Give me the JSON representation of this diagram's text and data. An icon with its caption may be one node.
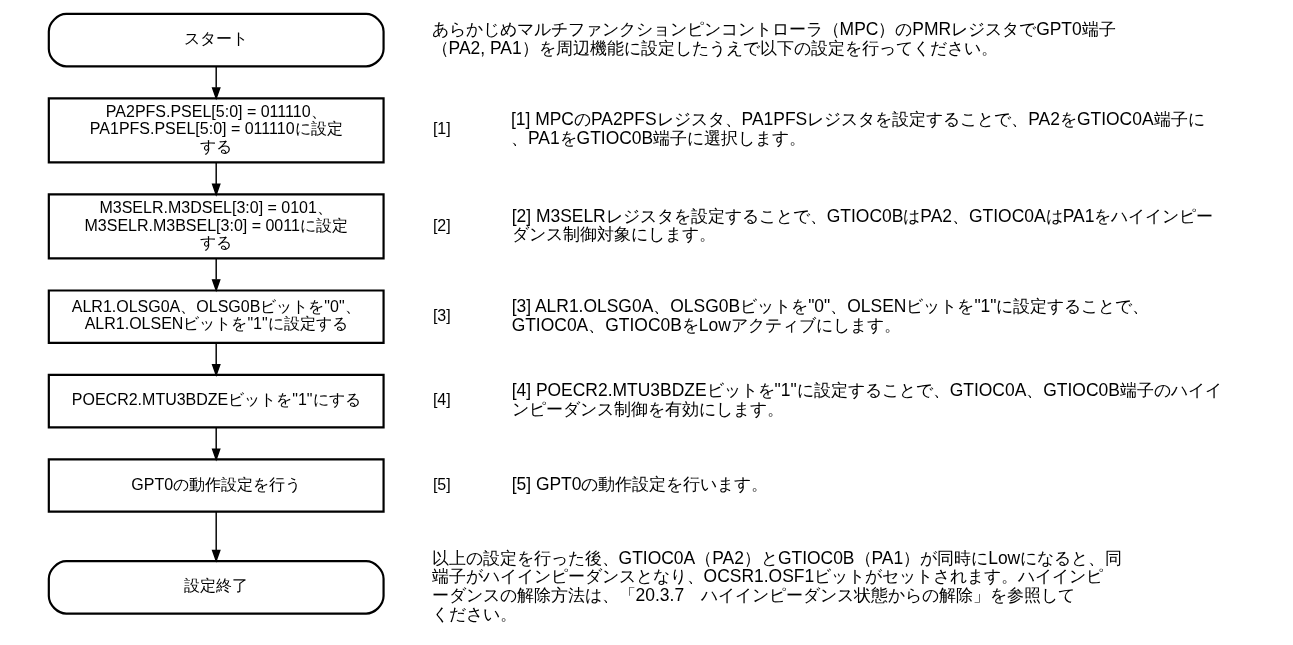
{
  "diagram": {
    "nodes": [
      {
        "text": [
          "スタート"
        ]
      },
      {
        "text": [
          "PA2PFS.PSEL[5:0] = 011110、PA1PFS.PSEL[5:0] = 011110に設定する"
        ],
        "beside": [
          "[1]"
        ]
      },
      {
        "text": [
          "M3SELR.M3DSEL[3:0] = 0101、M3SELR.M3BSEL[3:0] = 0011に設定する"
        ],
        "beside": [
          "[2]"
        ]
      },
      {
        "text": [
          "ALR1.OLSG0A、OLSG0Bビットを\"0\"、ALR1.OLSENビットを\"1\"に設定する"
        ],
        "beside": [
          "[3]"
        ]
      },
      {
        "text": [
          "POECR2.MTU3BDZEビットを\"1\"にする"
        ],
        "beside": [
          "[4]"
        ]
      },
      {
        "text": [
          "GPT0の動作設定を行う"
        ],
        "beside": [
          "[5]"
        ]
      },
      {
        "text": [
          "設定終了"
        ]
      }
    ],
    "edges": [
      {
        "from": 0,
        "to": 1,
        "arrow": "to"
      },
      {
        "from": 1,
        "to": 2,
        "arrow": "to"
      },
      {
        "from": 2,
        "to": 3,
        "arrow": "to"
      },
      {
        "from": 3,
        "to": 4,
        "arrow": "to"
      },
      {
        "from": 4,
        "to": 5,
        "arrow": "to"
      },
      {
        "from": 5,
        "to": 6,
        "arrow": "to"
      }
    ],
    "labels": [
      "あらかじめマルチファンクションピンコントローラ（MPC）のPMRレジスタでGPT0端子（PA2, PA1）を周辺機能に設定したうえで以下の設定を行ってください。",
      "[1] MPCのPA2PFSレジスタ、PA1PFSレジスタを設定することで、PA2をGTIOC0A端子に、PA1をGTIOC0B端子に選択します。",
      "[2] M3SELRレジスタを設定することで、GTIOC0BはPA2、GTIOC0AはPA1をハイインピーダンス制御対象にします。",
      "[3] ALR1.OLSG0A、OLSG0Bビットを\"0\"、OLSENビットを\"1\"に設定することで、GTIOC0A、GTIOC0BをLowアクティブにします。",
      "[4] POECR2.MTU3BDZEビットを\"1\"に設定することで、GTIOC0A、GTIOC0B端子のハイインピーダンス制御を有効にします。",
      "[5] GPT0の動作設定を行います。",
      "以上の設定を行った後、GTIOC0A（PA2）とGTIOC0B（PA1）が同時にLowになると、同端子がハイインピーダンスとなり、OCSR1.OSF1ビットがセットされます。ハイインピーダンスの解除方法は、「20.3.7　ハイインピーダンス状態からの解除」を参照してください。"
    ]
  }
}
